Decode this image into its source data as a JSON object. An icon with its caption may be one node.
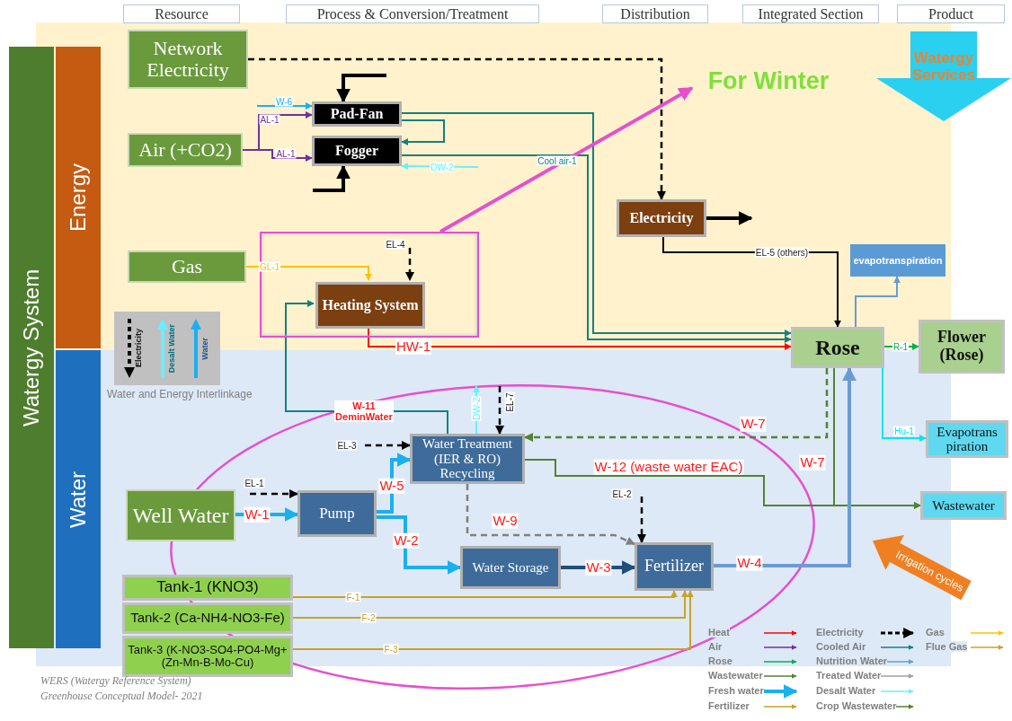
{
  "diagram": {
    "nodes": [
      {
        "text": [
          "Resource"
        ]
      },
      {
        "text": [
          "Process & Conversion/Treatment"
        ]
      },
      {
        "text": [
          "Distribution"
        ]
      },
      {
        "text": [
          "Integrated Section"
        ]
      },
      {
        "text": [
          "Product"
        ]
      },
      {
        "text": [
          "Watergy System"
        ]
      },
      {
        "text": [
          "Energy"
        ]
      },
      {
        "text": [
          "Water"
        ]
      },
      {
        "text": [
          "Network Electricity"
        ]
      },
      {
        "text": [
          "Air (+CO2)"
        ]
      },
      {
        "text": [
          "Pad-Fan"
        ]
      },
      {
        "text": [
          "Fogger"
        ]
      },
      {
        "text": [
          "Gas"
        ]
      },
      {
        "text": [],
        "shape": "box"
      },
      {
        "text": [
          "Heating System"
        ],
        "in": 13
      },
      {
        "text": [
          "Electricity"
        ]
      },
      {
        "text": [
          "For Winter"
        ]
      },
      {
        "text": [
          "Watergy Services"
        ]
      },
      {
        "text": [
          "evapotranspiration"
        ]
      },
      {
        "text": [
          "Rose"
        ]
      },
      {
        "text": [
          "Flower (Rose)"
        ]
      },
      {
        "text": [
          "Evapotrans piration"
        ]
      },
      {
        "text": [
          "Wastewater"
        ]
      },
      {
        "text": [
          "Electricity",
          "Desalt Water",
          "Water"
        ],
        "beside": [
          "Water and Energy Interlinkage"
        ]
      },
      {
        "text": [
          "Well Water"
        ]
      },
      {
        "text": [
          "Pump"
        ]
      },
      {
        "text": [
          "Water Treatment (IER & RO) Recycling"
        ]
      },
      {
        "text": [
          "Water Storage"
        ]
      },
      {
        "text": [
          "Fertilizer"
        ]
      },
      {
        "text": [
          "Tank-1 (KNO3)"
        ]
      },
      {
        "text": [
          "Tank-2 (Ca-NH4-NO3-Fe)"
        ]
      },
      {
        "text": [
          "Tank-3 (K-NO3-SO4-PO4-Mg+ (Zn-Mn-B-Mo-Cu)"
        ]
      },
      {
        "text": [
          "Irrigation cycles"
        ]
      }
    ],
    "edges": [
      {
        "from": 8,
        "to": 15,
        "arrow": "to",
        "style": "dashed"
      },
      {
        "from": null,
        "to": 10,
        "arrow": "to",
        "label": "W-6",
        "color": "#1ab0f0"
      },
      {
        "from": 9,
        "to": 10,
        "arrow": "to",
        "label": "AL-1",
        "color": "#7030a0"
      },
      {
        "from": 9,
        "to": 11,
        "arrow": "to",
        "label": "AL-1",
        "color": "#7030a0"
      },
      {
        "from": null,
        "to": 10,
        "arrow": "to",
        "style": "thick"
      },
      {
        "from": null,
        "to": 11,
        "arrow": "to",
        "style": "thick"
      },
      {
        "from": 10,
        "to": 11,
        "arrow": "to",
        "color": "#138080"
      },
      {
        "from": 10,
        "to": 19,
        "arrow": "to",
        "color": "#138080"
      },
      {
        "from": 11,
        "to": 19,
        "arrow": "to",
        "label": "Cool air-1",
        "color": "#138080"
      },
      {
        "from": null,
        "to": 11,
        "arrow": "to",
        "label": "DW-2",
        "color": "#66f0ff"
      },
      {
        "from": 12,
        "to": 14,
        "arrow": "to",
        "label": "GL-1",
        "color": "#ffc000"
      },
      {
        "from": null,
        "to": 14,
        "arrow": "to",
        "label": "EL-4",
        "style": "dashed"
      },
      {
        "from": 13,
        "to": 16,
        "arrow": "to",
        "style": "thick",
        "color": "#e64fd0"
      },
      {
        "from": 15,
        "to": null,
        "arrow": "to",
        "style": "thick"
      },
      {
        "from": 15,
        "to": 19,
        "arrow": "to",
        "label": "EL-5 (others)"
      },
      {
        "from": 14,
        "to": 19,
        "arrow": "to",
        "label": "HW-1",
        "color": "#ff0000"
      },
      {
        "from": 19,
        "to": 18,
        "arrow": "to",
        "color": "#6b9bd2"
      },
      {
        "from": 19,
        "to": 20,
        "arrow": "to",
        "label": "R-1",
        "color": "#00b050"
      },
      {
        "from": 19,
        "to": 21,
        "arrow": "to",
        "label": "Hu-1",
        "color": "#00e5f0"
      },
      {
        "from": 19,
        "to": 26,
        "arrow": "to",
        "label": "W-7",
        "style": "dashed",
        "color": "#548235"
      },
      {
        "from": 19,
        "to": 22,
        "arrow": "to",
        "label": "W-7",
        "color": "#548235"
      },
      {
        "from": 26,
        "to": 22,
        "arrow": "to",
        "label": "W-12 (waste water EAC)",
        "color": "#548235"
      },
      {
        "from": 26,
        "to": null,
        "arrow": "to",
        "label": "DW-2",
        "color": "#66f0ff"
      },
      {
        "from": 26,
        "to": 14,
        "arrow": "to",
        "label": "W-11 DeminWater",
        "color": "#138080"
      },
      {
        "from": null,
        "to": 26,
        "arrow": "to",
        "label": "EL-7",
        "style": "dashed"
      },
      {
        "from": null,
        "to": 26,
        "arrow": "to",
        "label": "EL-3",
        "style": "dashed"
      },
      {
        "from": null,
        "to": 25,
        "arrow": "to",
        "label": "EL-1",
        "style": "dashed"
      },
      {
        "from": 24,
        "to": 25,
        "arrow": "to",
        "label": "W-1",
        "style": "thick",
        "color": "#1ab0f0"
      },
      {
        "from": 25,
        "to": 26,
        "arrow": "to",
        "label": "W-5",
        "style": "thick",
        "color": "#1ab0f0"
      },
      {
        "from": 25,
        "to": 27,
        "arrow": "to",
        "label": "W-2",
        "style": "thick",
        "color": "#1ab0f0"
      },
      {
        "from": 26,
        "to": 28,
        "arrow": "to",
        "label": "W-9",
        "style": "dashed",
        "color": "#808080"
      },
      {
        "from": null,
        "to": 28,
        "arrow": "to",
        "label": "EL-2",
        "style": "dashed"
      },
      {
        "from": 27,
        "to": 28,
        "arrow": "to",
        "label": "W-3",
        "style": "thick",
        "color": "#1f4e79"
      },
      {
        "from": 28,
        "to": 19,
        "arrow": "to",
        "label": "W-4",
        "style": "thick",
        "color": "#6b9bd2"
      },
      {
        "from": 29,
        "to": 28,
        "arrow": "to",
        "label": "F-1",
        "color": "#c9a227"
      },
      {
        "from": 30,
        "to": 28,
        "arrow": "to",
        "label": "F-2",
        "color": "#c9a227"
      },
      {
        "from": 31,
        "to": 28,
        "arrow": "to",
        "label": "F-3",
        "color": "#c9a227"
      }
    ],
    "labels": [
      "WERS (Watergy Reference System)",
      "Greenhouse Conceptual Model- 2021"
    ],
    "legend": [
      {
        "text": "Heat"
      },
      {
        "text": "Electricity"
      },
      {
        "text": "Gas"
      },
      {
        "text": "Air"
      },
      {
        "text": "Cooled Air"
      },
      {
        "text": "Flue Gas"
      },
      {
        "text": "Rose"
      },
      {
        "text": "Nutrition Water"
      },
      {
        "text": "Wastewater"
      },
      {
        "text": "Treated Water"
      },
      {
        "text": "Fresh water"
      },
      {
        "text": "Desalt Water"
      },
      {
        "text": "Fertilizer"
      },
      {
        "text": "Crop Wastewater"
      }
    ]
  }
}
